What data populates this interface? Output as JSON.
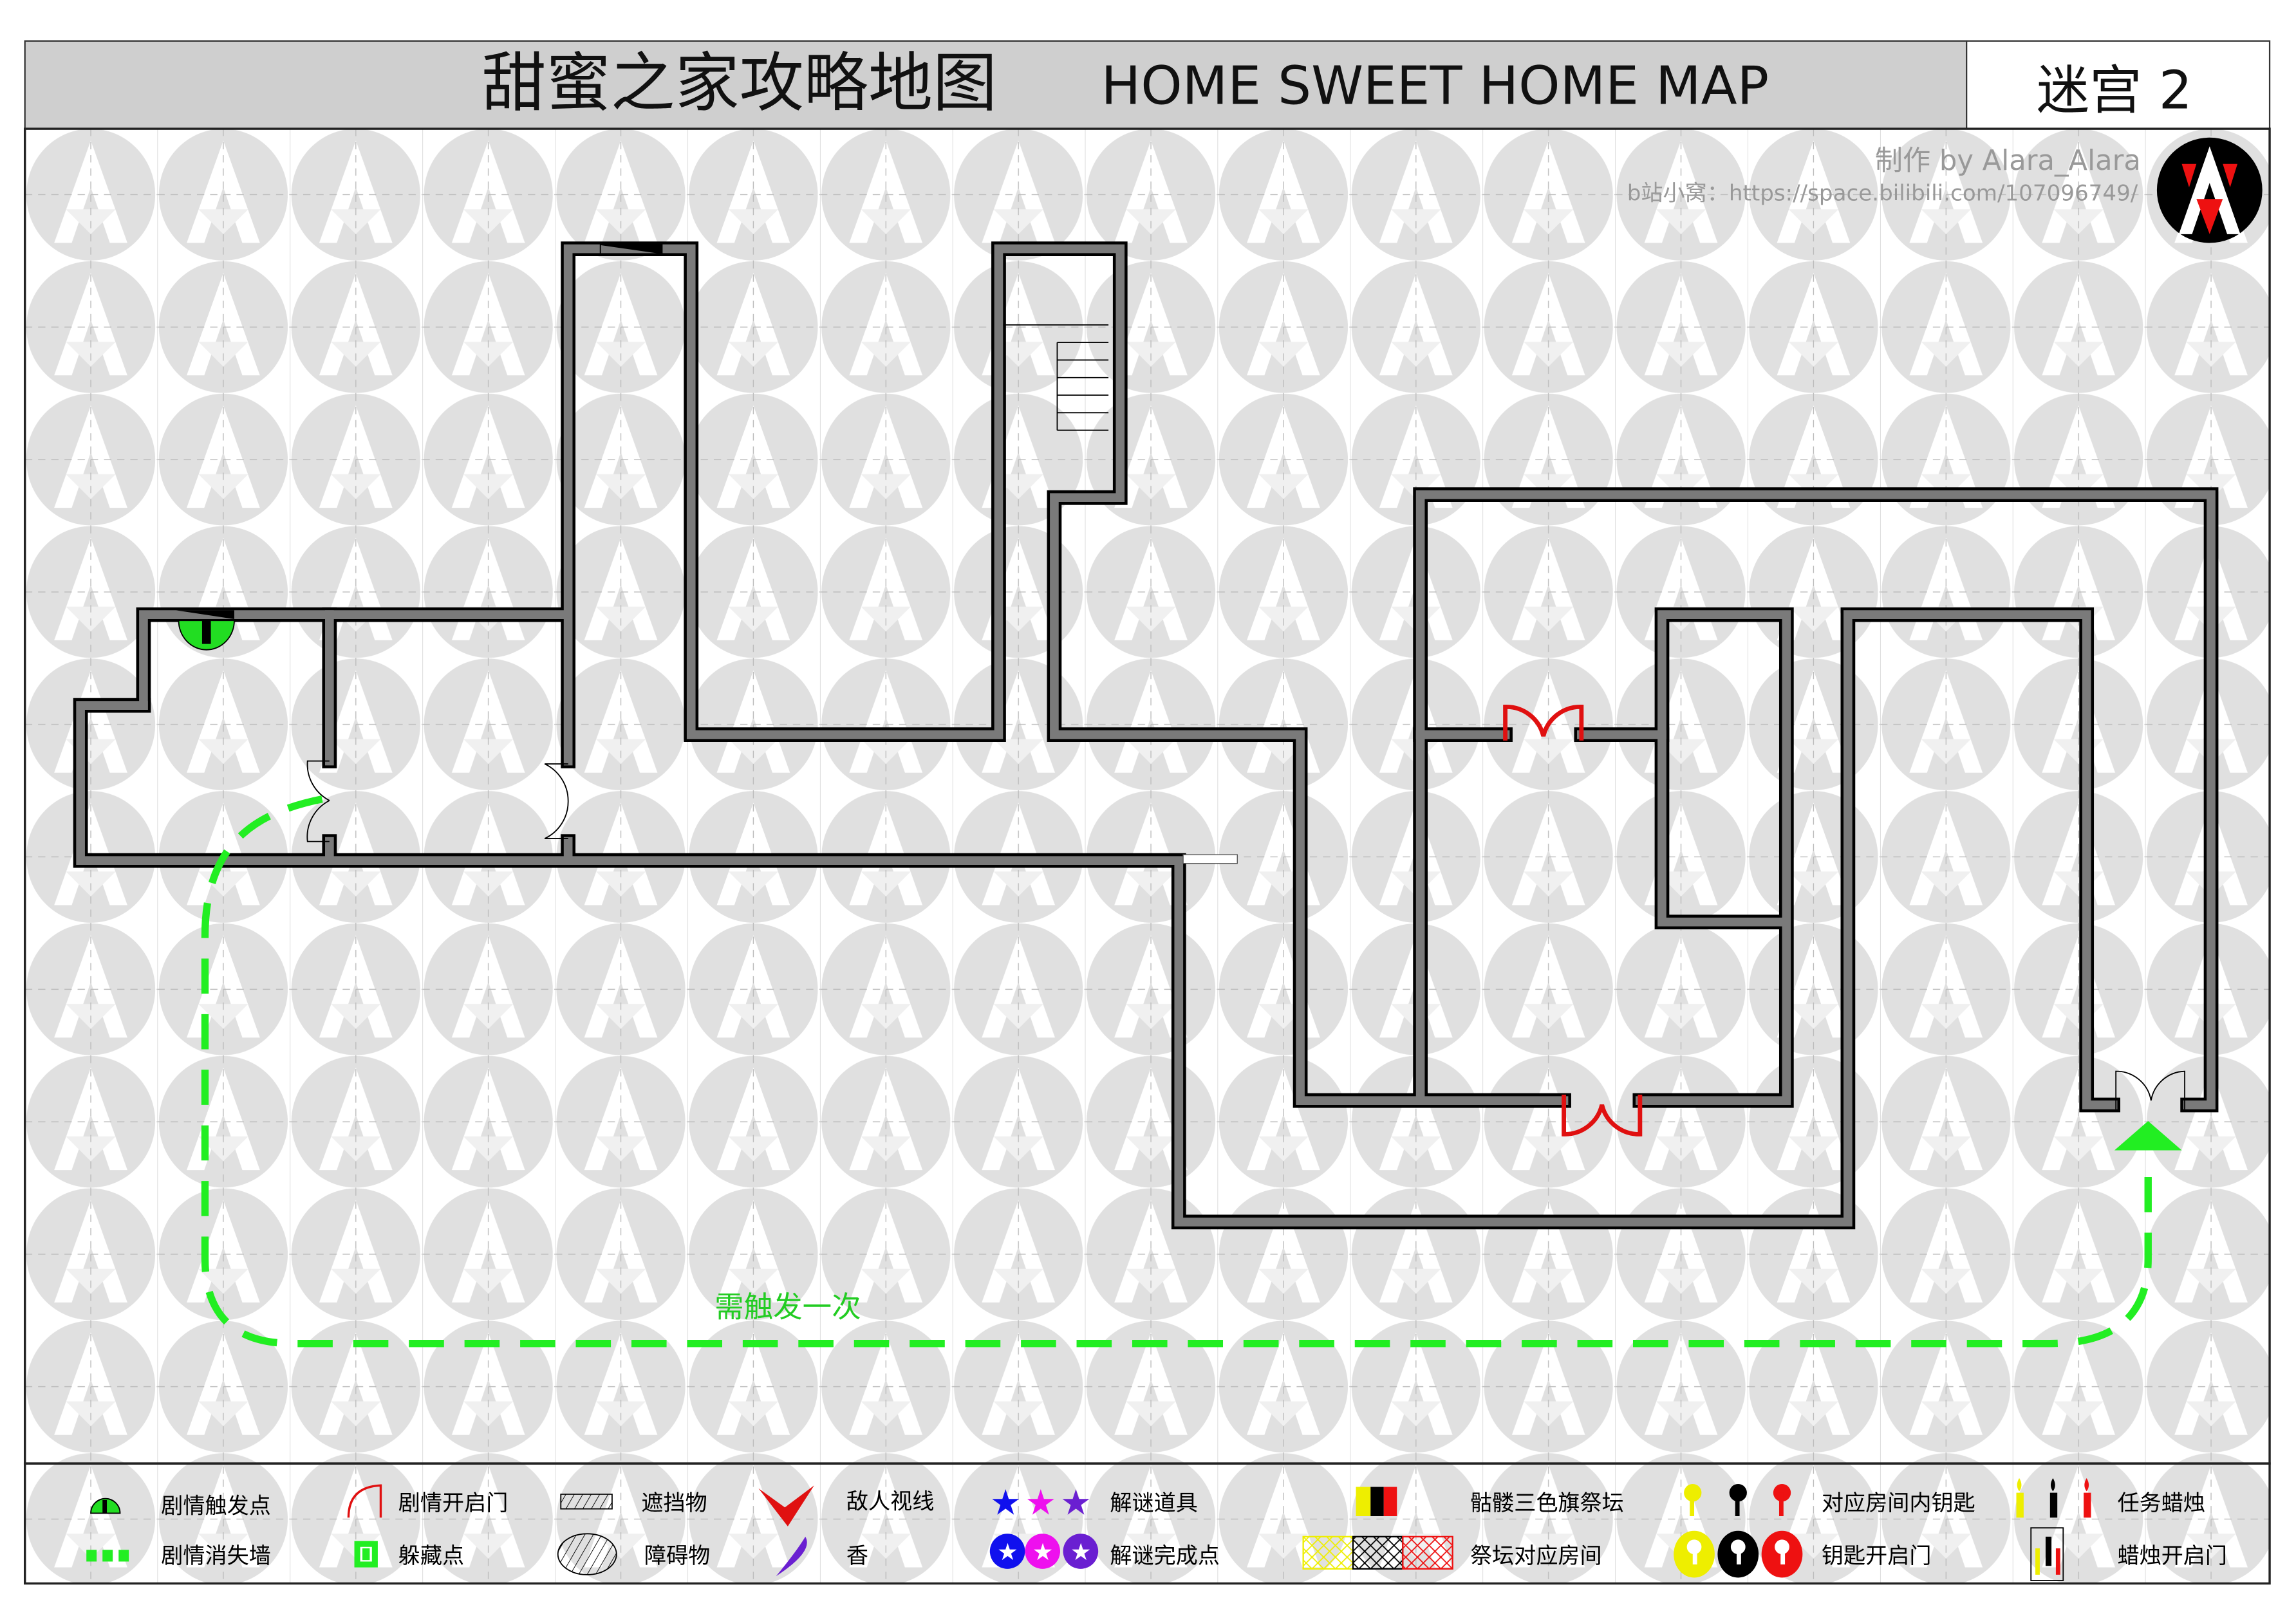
{
  "header": {
    "title_cn": "甜蜜之家攻略地图",
    "title_en": "HOME SWEET HOME MAP",
    "level": "迷宫 2"
  },
  "credits": {
    "author": "制作 by Alara_Alara",
    "link": "b站小窝：https://space.bilibili.com/107096749/"
  },
  "map": {
    "path_note": "需触发一次",
    "colors": {
      "wall": "#777777",
      "path": "#22ee22",
      "story_door": "#e01010",
      "background_mark": "#e0e0e0"
    }
  },
  "legend": [
    {
      "icon": "story-trigger-icon",
      "label": "剧情触发点"
    },
    {
      "icon": "story-vanish-wall-icon",
      "label": "剧情消失墙"
    },
    {
      "icon": "story-door-icon",
      "label": "剧情开启门"
    },
    {
      "icon": "hiding-spot-icon",
      "label": "躲藏点"
    },
    {
      "icon": "cover-icon",
      "label": "遮挡物"
    },
    {
      "icon": "obstacle-icon",
      "label": "障碍物"
    },
    {
      "icon": "enemy-sight-icon",
      "label": "敌人视线"
    },
    {
      "icon": "incense-icon",
      "label": "香"
    },
    {
      "icon": "puzzle-item-icon",
      "label": "解谜道具"
    },
    {
      "icon": "puzzle-complete-icon",
      "label": "解谜完成点"
    },
    {
      "icon": "skull-flag-altar-icon",
      "label": "骷髅三色旗祭坛"
    },
    {
      "icon": "altar-room-icon",
      "label": "祭坛对应房间"
    },
    {
      "icon": "room-key-icon",
      "label": "对应房间内钥匙"
    },
    {
      "icon": "key-door-icon",
      "label": "钥匙开启门"
    },
    {
      "icon": "task-candle-icon",
      "label": "任务蜡烛"
    },
    {
      "icon": "candle-door-icon",
      "label": "蜡烛开启门"
    }
  ]
}
